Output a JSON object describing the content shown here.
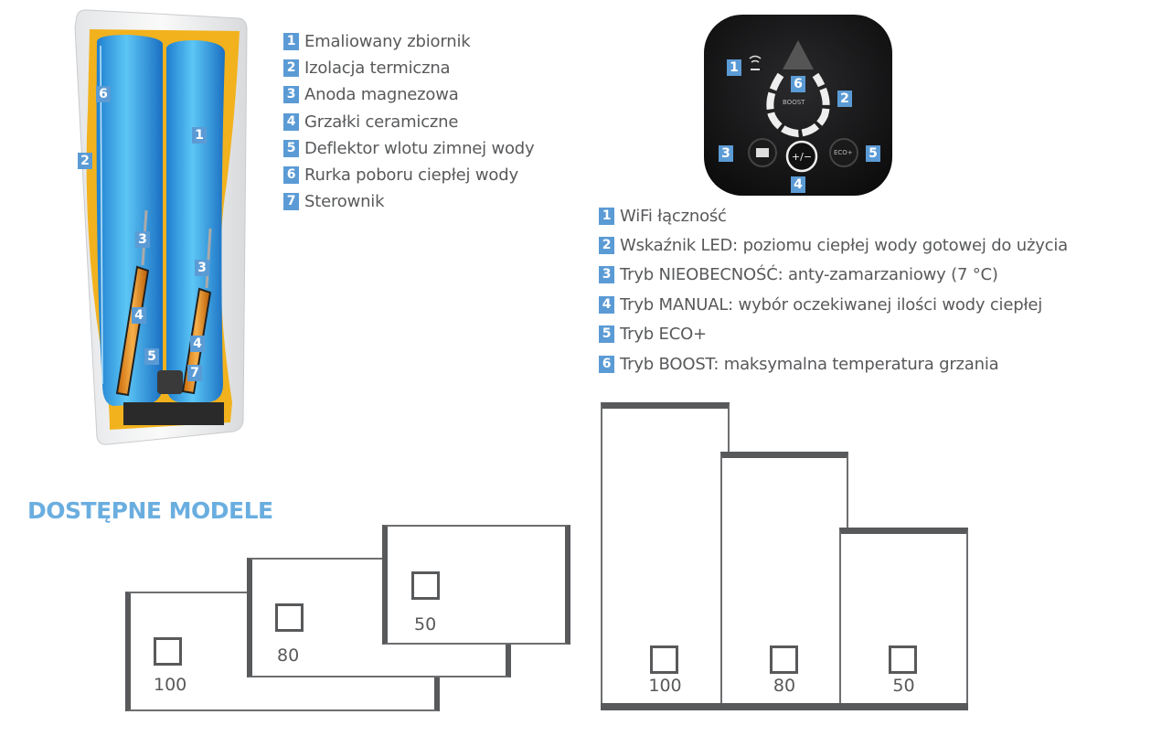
{
  "heater_labels": [
    "1",
    "2",
    "3",
    "3",
    "4",
    "4",
    "5",
    "6",
    "7"
  ],
  "components": [
    {
      "n": "1",
      "label": "Emaliowany zbiornik"
    },
    {
      "n": "2",
      "label": "Izolacja termiczna"
    },
    {
      "n": "3",
      "label": "Anoda magnezowa"
    },
    {
      "n": "4",
      "label": "Grzałki ceramiczne"
    },
    {
      "n": "5",
      "label": "Deflektor wlotu zimnej wody"
    },
    {
      "n": "6",
      "label": "Rurka poboru ciepłej wody"
    },
    {
      "n": "7",
      "label": "Sterownik"
    }
  ],
  "panel": {
    "boost_label": "BOOST",
    "eco_label": "ECO+",
    "callouts": [
      "1",
      "2",
      "3",
      "4",
      "5",
      "6"
    ]
  },
  "features": [
    {
      "n": "1",
      "label": "WiFi łączność"
    },
    {
      "n": "2",
      "label": "Wskaźnik LED: poziomu ciepłej wody gotowej do użycia"
    },
    {
      "n": "3",
      "label": "Tryb NIEOBECNOŚĆ: anty-zamarzaniowy (7 °C)"
    },
    {
      "n": "4",
      "label": "Tryb MANUAL: wybór oczekiwanej ilości wody ciepłej"
    },
    {
      "n": "5",
      "label": "Tryb ECO+"
    },
    {
      "n": "6",
      "label": "Tryb BOOST: maksymalna temperatura grzania"
    }
  ],
  "models_heading": "DOSTĘPNE MODELE",
  "horizontal_models": [
    "100",
    "80",
    "50"
  ],
  "vertical_models": [
    "100",
    "80",
    "50"
  ],
  "colors": {
    "badge": "#5b9bd5",
    "heading": "#6aaee0",
    "outline": "#58595b"
  }
}
